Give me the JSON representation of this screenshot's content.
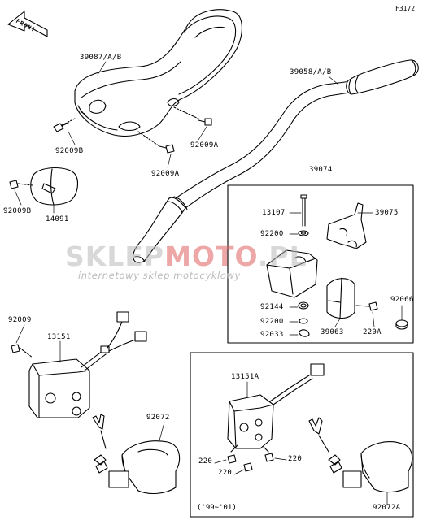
{
  "figure_id": "F3172",
  "front_label": "FRONT",
  "watermark": {
    "brand_grey_1": "SKLEP",
    "brand_red": "MOTO",
    "brand_grey_2": ".PL",
    "tagline": "internetowy sklep motocyklowy"
  },
  "callouts": {
    "pad": "39087/A/B",
    "bolt_9b_upper": "92009B",
    "bolt_9a_right": "92009A",
    "bolt_9a_lower": "92009A",
    "bolt_9b_left": "92009B",
    "cover": "14091",
    "handlebar": "39058/A/B",
    "assy_box": "39074",
    "pin": "13107",
    "lever": "39075",
    "washer_upper": "92200",
    "spring_ring": "92144",
    "washer_lower": "92200",
    "circlip": "92033",
    "clamp": "39063",
    "screw_220a": "220A",
    "cap": "92066",
    "bolt_switch": "92009",
    "switch_main": "13151",
    "tether_clip": "92072",
    "switch_alt": "13151A",
    "screw_220_a": "220",
    "screw_220_b": "220",
    "screw_220_c": "220",
    "tether_clip_alt": "92072A"
  },
  "year_range": "('99~'01)",
  "colors": {
    "line": "#000000",
    "watermark_red": "#e06060",
    "watermark_grey": "#b9b9b9"
  }
}
